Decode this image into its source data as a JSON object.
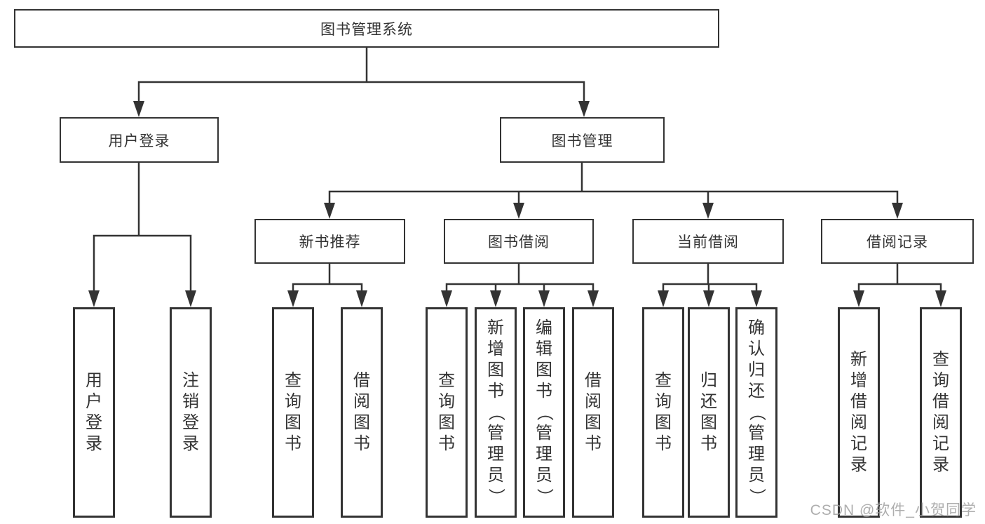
{
  "tree": {
    "root": {
      "label": "图书管理系统",
      "children": [
        {
          "label": "用户登录",
          "children": [
            {
              "label": "用户登录"
            },
            {
              "label": "注销登录"
            }
          ]
        },
        {
          "label": "图书管理",
          "children": [
            {
              "label": "新书推荐",
              "children": [
                {
                  "label": "查询图书"
                },
                {
                  "label": "借阅图书"
                }
              ]
            },
            {
              "label": "图书借阅",
              "children": [
                {
                  "label": "查询图书"
                },
                {
                  "label": "新增图书（管理员）"
                },
                {
                  "label": "编辑图书（管理员）"
                },
                {
                  "label": "借阅图书"
                }
              ]
            },
            {
              "label": "当前借阅",
              "children": [
                {
                  "label": "查询图书"
                },
                {
                  "label": "归还图书"
                },
                {
                  "label": "确认归还（管理员）"
                }
              ]
            },
            {
              "label": "借阅记录",
              "children": [
                {
                  "label": "新增借阅记录"
                },
                {
                  "label": "查询借阅记录"
                }
              ]
            }
          ]
        }
      ]
    }
  },
  "colors": {
    "line": "#333333",
    "box_fill": "#ffffff",
    "text": "#333333",
    "watermark": "#a0a0a0"
  },
  "watermark": "CSDN @软件_小贺同学"
}
